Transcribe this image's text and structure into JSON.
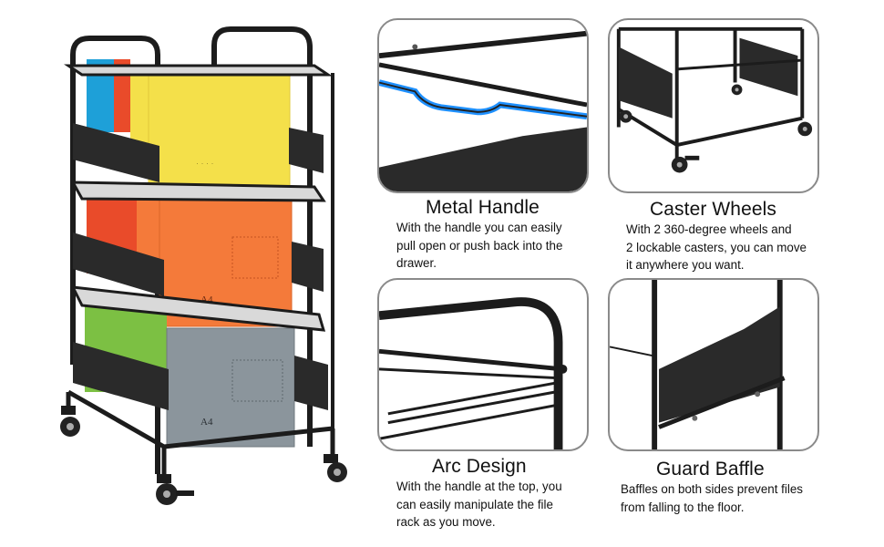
{
  "features": [
    {
      "title": "Metal Handle",
      "lines": [
        "With the handle you can easily",
        "pull open or push back into the",
        "drawer."
      ]
    },
    {
      "title": "Caster Wheels",
      "lines": [
        "With 2 360-degree wheels and",
        "2 lockable casters, you can move",
        "it anywhere you want."
      ]
    },
    {
      "title": "Arc Design",
      "lines": [
        "With the handle at the top, you",
        "can easily manipulate the file",
        "rack as you move."
      ]
    },
    {
      "title": "Guard Baffle",
      "lines": [
        "Baffles on both sides prevent files",
        "from falling to the floor."
      ]
    }
  ],
  "folder_labels": [
    "A4",
    "A4"
  ],
  "colors": {
    "frame": "#1c1c1c",
    "handle_highlight": "#1e90ff",
    "folder_yellow": "#f4e04a",
    "folder_orange": "#f47a3a",
    "folder_gray": "#8b959c",
    "folder_blue": "#1ea0d8",
    "folder_green": "#7cc043",
    "folder_red": "#e94b2a"
  }
}
